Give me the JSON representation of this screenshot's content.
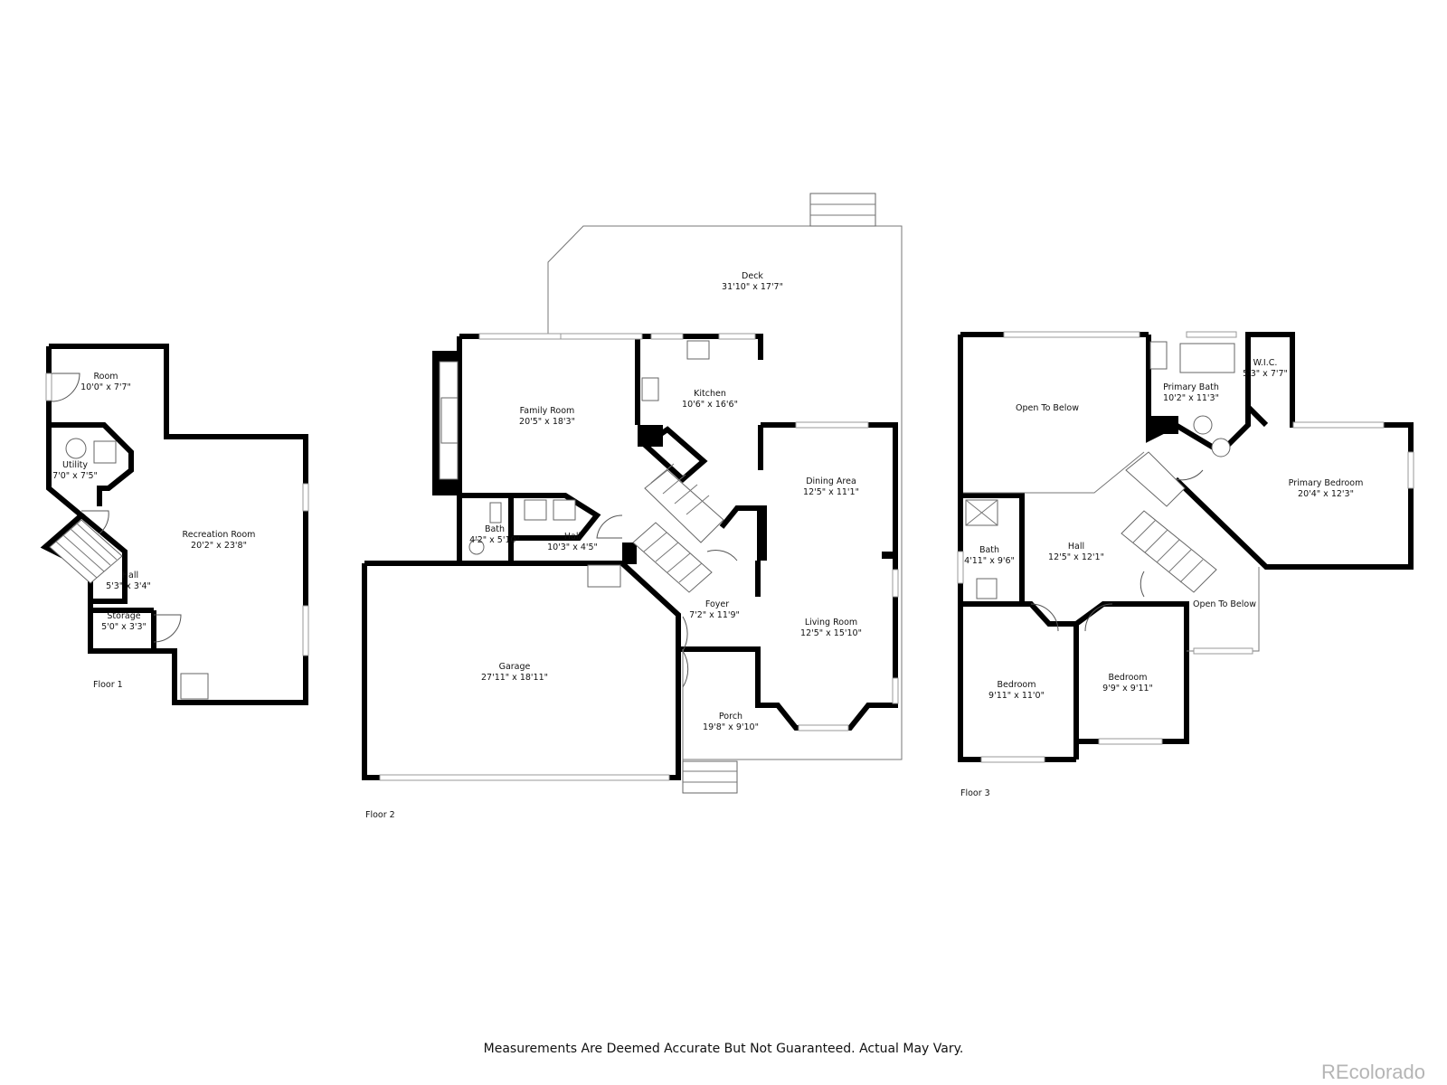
{
  "floors": [
    {
      "id": "floor1",
      "label": "Floor 1",
      "rooms": [
        {
          "id": "room",
          "name": "Room",
          "dims": "10'0\" x 7'7\""
        },
        {
          "id": "utility",
          "name": "Utility",
          "dims": "7'0\" x 7'5\""
        },
        {
          "id": "recreation-room",
          "name": "Recreation Room",
          "dims": "20'2\" x 23'8\""
        },
        {
          "id": "hall",
          "name": "Hall",
          "dims": "5'3\" x 3'4\""
        },
        {
          "id": "storage",
          "name": "Storage",
          "dims": "5'0\" x 3'3\""
        }
      ]
    },
    {
      "id": "floor2",
      "label": "Floor 2",
      "rooms": [
        {
          "id": "deck",
          "name": "Deck",
          "dims": "31'10\" x 17'7\""
        },
        {
          "id": "family-room",
          "name": "Family Room",
          "dims": "20'5\" x 18'3\""
        },
        {
          "id": "kitchen",
          "name": "Kitchen",
          "dims": "10'6\" x 16'6\""
        },
        {
          "id": "dining-area",
          "name": "Dining Area",
          "dims": "12'5\" x 11'1\""
        },
        {
          "id": "bath",
          "name": "Bath",
          "dims": "4'2\" x 5'10\""
        },
        {
          "id": "hall",
          "name": "Hall",
          "dims": "10'3\" x 4'5\""
        },
        {
          "id": "foyer",
          "name": "Foyer",
          "dims": "7'2\" x 11'9\""
        },
        {
          "id": "living-room",
          "name": "Living Room",
          "dims": "12'5\" x 15'10\""
        },
        {
          "id": "garage",
          "name": "Garage",
          "dims": "27'11\" x 18'11\""
        },
        {
          "id": "porch",
          "name": "Porch",
          "dims": "19'8\" x 9'10\""
        }
      ]
    },
    {
      "id": "floor3",
      "label": "Floor 3",
      "rooms": [
        {
          "id": "open-to-below-1",
          "name": "Open To Below",
          "dims": ""
        },
        {
          "id": "primary-bath",
          "name": "Primary Bath",
          "dims": "10'2\" x 11'3\""
        },
        {
          "id": "wic",
          "name": "W.I.C.",
          "dims": "5'3\" x 7'7\""
        },
        {
          "id": "primary-bedroom",
          "name": "Primary Bedroom",
          "dims": "20'4\" x 12'3\""
        },
        {
          "id": "bath",
          "name": "Bath",
          "dims": "4'11\" x 9'6\""
        },
        {
          "id": "hall",
          "name": "Hall",
          "dims": "12'5\" x 12'1\""
        },
        {
          "id": "open-to-below-2",
          "name": "Open To Below",
          "dims": ""
        },
        {
          "id": "bedroom-1",
          "name": "Bedroom",
          "dims": "9'11\" x 11'0\""
        },
        {
          "id": "bedroom-2",
          "name": "Bedroom",
          "dims": "9'9\" x 9'11\""
        }
      ]
    }
  ],
  "footer": {
    "disclaimer": "Measurements Are Deemed Accurate But Not Guaranteed. Actual May Vary.",
    "brand": "REcolorado"
  },
  "colors": {
    "walls": "#000000",
    "brand": "#b5b5b5"
  }
}
